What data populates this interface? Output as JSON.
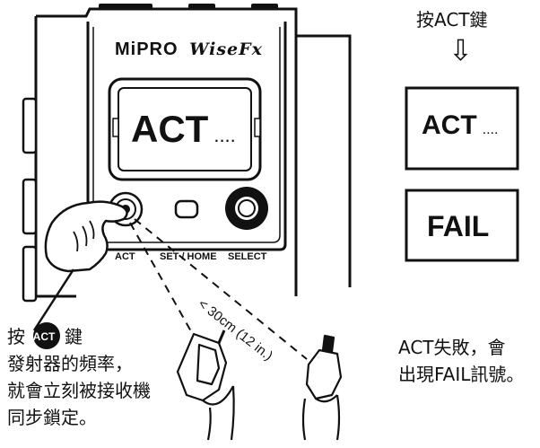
{
  "device": {
    "brand": "MiPRO",
    "model": "WiseFx",
    "lcd_text": "ACT",
    "lcd_dots": "....",
    "buttons": {
      "act": "ACT",
      "set_home": "SET / HOME",
      "select": "SELECT"
    },
    "distance": "< 30cm (12 in.)"
  },
  "right_panel": {
    "instruction": "按ACT鍵",
    "arrow": "⇩",
    "act_display": "ACT",
    "act_dots": "....",
    "fail_display": "FAIL",
    "fail_caption_line1": "ACT失敗，會",
    "fail_caption_line2": "出現FAIL訊號。"
  },
  "left_caption": {
    "press": "按",
    "badge": "ACT",
    "key": "鍵",
    "line2": "發射器的頻率，",
    "line3": "就會立刻被接收機",
    "line4": "同步鎖定。"
  }
}
